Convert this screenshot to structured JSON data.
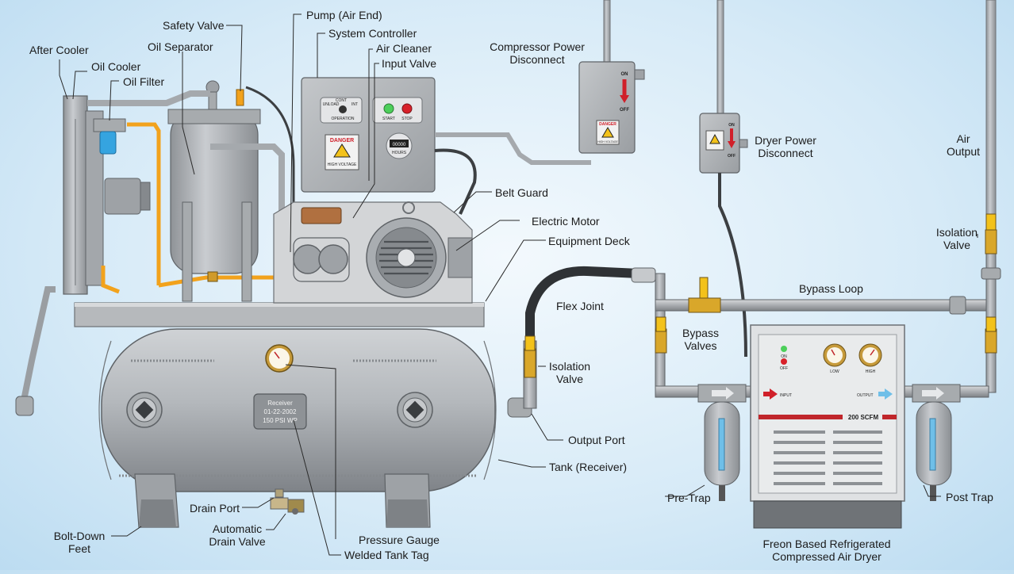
{
  "labels": {
    "after_cooler": "After Cooler",
    "oil_cooler": "Oil Cooler",
    "oil_filter": "Oil Filter",
    "safety_valve": "Safety Valve",
    "oil_separator": "Oil Separator",
    "pump_air_end": "Pump (Air End)",
    "system_controller": "System Controller",
    "air_cleaner": "Air Cleaner",
    "input_valve": "Input Valve",
    "compressor_power_disconnect": [
      "Compressor Power",
      "Disconnect"
    ],
    "dryer_power_disconnect": [
      "Dryer Power",
      "Disconnect"
    ],
    "air_output": [
      "Air",
      "Output"
    ],
    "belt_guard": "Belt Guard",
    "electric_motor": "Electric Motor",
    "equipment_deck": "Equipment Deck",
    "isolation_valve_right": [
      "Isolation",
      "Valve"
    ],
    "bypass_loop": "Bypass Loop",
    "flex_joint": "Flex Joint",
    "bypass_valves": [
      "Bypass",
      "Valves"
    ],
    "isolation_valve_left": [
      "Isolation",
      "Valve"
    ],
    "output_port": "Output Port",
    "tank_receiver": "Tank (Receiver)",
    "pre_trap": "Pre-Trap",
    "post_trap": "Post Trap",
    "drain_port": "Drain Port",
    "automatic_drain_valve": [
      "Automatic",
      "Drain Valve"
    ],
    "bolt_down_feet": [
      "Bolt-Down",
      "Feet"
    ],
    "pressure_gauge": "Pressure Gauge",
    "welded_tank_tag": "Welded Tank Tag",
    "freon_dryer": [
      "Freon Based Refrigerated",
      "Compressed Air Dryer"
    ]
  },
  "tank_tag": [
    "Receiver",
    "01-22-2002",
    "150 PSI WP"
  ],
  "controller": {
    "unload": "UNLOAD",
    "cont": "CONT",
    "int": "INT",
    "operation": "OPERATION",
    "start": "START",
    "stop": "STOP",
    "hours_display": "00000",
    "hours_label": "HOURS",
    "danger": "DANGER",
    "high_voltage": "HIGH VOLTAGE"
  },
  "disconnect": {
    "on": "ON",
    "off": "OFF",
    "danger": "DANGER",
    "high_voltage": "HIGH VOLTAGE"
  },
  "dryer": {
    "on": "ON",
    "off": "OFF",
    "low": "LOW",
    "high": "HIGH",
    "input": "INPUT",
    "output": "OUTPUT",
    "capacity": "200 SCFM"
  },
  "colors": {
    "metal": "#b9bcbf",
    "metal_dark": "#8d9094",
    "oil_line": "#f2a21c",
    "valve_yellow": "#f3c21b",
    "danger_red": "#d0202a",
    "background": "#d6eaf7"
  }
}
